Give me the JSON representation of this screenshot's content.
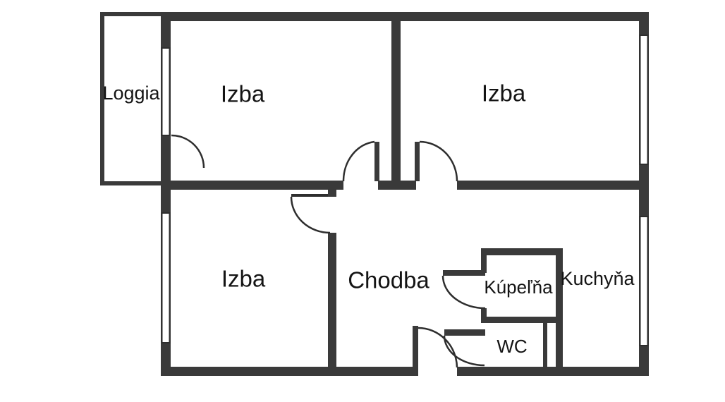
{
  "colors": {
    "wall": "#3a3a3a",
    "line": "#2e2e2e",
    "background": "#ffffff",
    "text": "#141414"
  },
  "rooms": {
    "loggia": {
      "label": "Loggia"
    },
    "izba_top_left": {
      "label": "Izba"
    },
    "izba_top_right": {
      "label": "Izba"
    },
    "izba_bottom_left": {
      "label": "Izba"
    },
    "chodba": {
      "label": "Chodba"
    },
    "kupelna": {
      "label": "Kúpeľňa"
    },
    "wc": {
      "label": "WC"
    },
    "kuchyna": {
      "label": "Kuchyňa"
    }
  }
}
